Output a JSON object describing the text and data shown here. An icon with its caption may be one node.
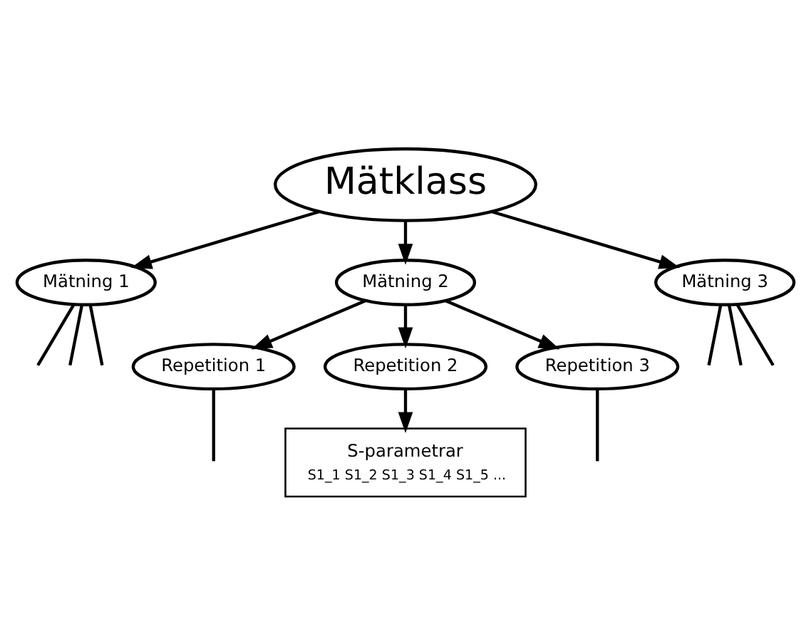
{
  "diagram": {
    "nodes": [
      {
        "text": [
          "Mätklass"
        ]
      },
      {
        "text": [
          "Mätning 1"
        ]
      },
      {
        "text": [
          "Mätning 2"
        ]
      },
      {
        "text": [
          "Mätning 3"
        ]
      },
      {
        "text": [
          "Repetition 1"
        ]
      },
      {
        "text": [
          "Repetition 2"
        ]
      },
      {
        "text": [
          "Repetition 3"
        ]
      },
      {
        "text": [
          "S-parametrar",
          "S1_1 S1_2 S1_3 S1_4 S1_5 ..."
        ]
      }
    ],
    "edges": [
      {
        "from": 0,
        "to": 1,
        "arrow": "to"
      },
      {
        "from": 0,
        "to": 2,
        "arrow": "to"
      },
      {
        "from": 0,
        "to": 3,
        "arrow": "to"
      },
      {
        "from": 1,
        "to": null,
        "arrow": "none"
      },
      {
        "from": 1,
        "to": null,
        "arrow": "none"
      },
      {
        "from": 1,
        "to": null,
        "arrow": "none"
      },
      {
        "from": 2,
        "to": 4,
        "arrow": "to"
      },
      {
        "from": 2,
        "to": 5,
        "arrow": "to"
      },
      {
        "from": 2,
        "to": 6,
        "arrow": "to"
      },
      {
        "from": 3,
        "to": null,
        "arrow": "none"
      },
      {
        "from": 3,
        "to": null,
        "arrow": "none"
      },
      {
        "from": 3,
        "to": null,
        "arrow": "none"
      },
      {
        "from": 4,
        "to": null,
        "arrow": "none"
      },
      {
        "from": 5,
        "to": 7,
        "arrow": "to"
      },
      {
        "from": 6,
        "to": null,
        "arrow": "none"
      }
    ]
  }
}
